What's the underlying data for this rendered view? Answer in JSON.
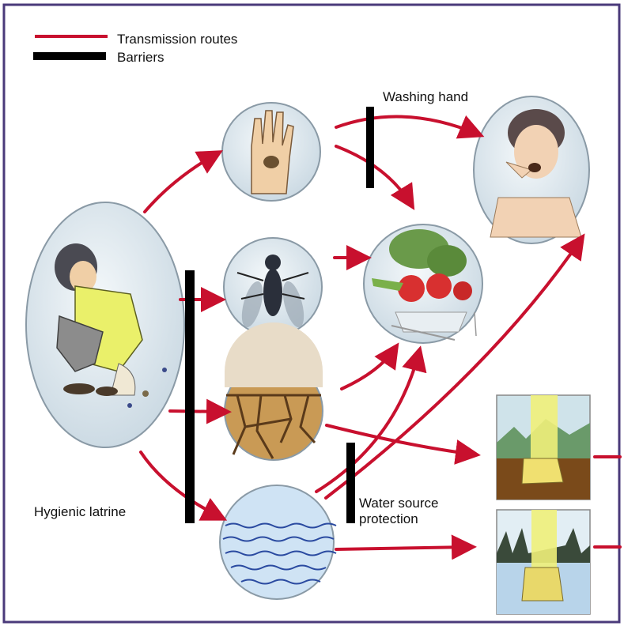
{
  "legend": {
    "transmission_routes": "Transmission routes",
    "barriers": "Barriers"
  },
  "barrier_labels": {
    "washing_hand": "Washing hand",
    "hygienic_latrine": "Hygienic latrine",
    "water_source_protection_line1": "Water source",
    "water_source_protection_line2": "protection"
  },
  "colors": {
    "route": "#c8102e",
    "barrier": "#000000",
    "frame": "#4a3a7a",
    "bubble_fill": "#dfe9ef",
    "bubble_stroke": "#8a9aa6"
  },
  "illustrations": {
    "source": "person-defecating-icon",
    "hand": "contaminated-hand-icon",
    "fly": "fly-icon",
    "food": "vegetables-food-icon",
    "soil": "cracked-soil-icon",
    "water": "water-icon",
    "child": "child-eating-icon",
    "foot_soil": "foot-in-soil-icon",
    "foot_water": "foot-in-water-icon"
  }
}
